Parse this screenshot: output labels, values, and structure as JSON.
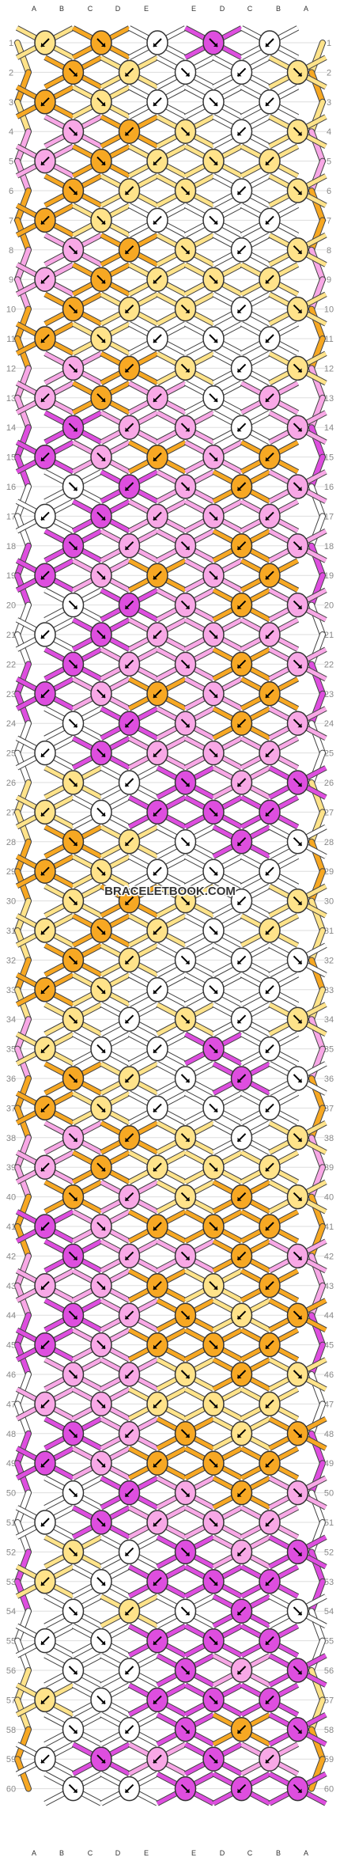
{
  "watermark": "BRACELETBOOK.COM",
  "strand_letters_top": [
    "A",
    "B",
    "C",
    "D",
    "E",
    "E",
    "D",
    "C",
    "B",
    "A"
  ],
  "strand_letters_bottom": [
    "A",
    "B",
    "C",
    "D",
    "E",
    "E",
    "D",
    "C",
    "B",
    "A"
  ],
  "row_count": 60,
  "colors": {
    "A": "#FFE38A",
    "B": "#F7A823",
    "C": "#FFFFFF",
    "D": "#F8A8E6",
    "E": "#DE4EDF",
    "outline": "#333333",
    "guide_line": "#DDDDDD",
    "row_number": "#888888"
  },
  "knot_pattern": {
    "cycle_1": [
      "A B C E C B A",
      "B A C C A B",
      "B A C C C A B",
      "D B A C A B D",
      "D B A A A B D",
      "B A A C A A B",
      "B A C C C A B",
      "D B A C A B D",
      "D B A A A B D",
      "B A A C A A B",
      "B A C C C A B",
      "D B A C A B D",
      "D B D C D B D",
      "E D D C D D E",
      "E D B D B D E",
      "C E D B D E C",
      "C E D D D E C",
      "E D D B D D E",
      "E D B D B D E",
      "C E D B D E C",
      "C E D D D E C",
      "E D D B D D E",
      "E D B D B D E",
      "C E D B D E C",
      "C E D D D E C",
      "A C E D E C A",
      "A C E E E C A",
      "B A C E C A B",
      "B A C C C A B",
      "A B A C A B A"
    ],
    "cycle_2": [
      "A B A C A B A",
      "B A C C C A B",
      "B A C C C A B",
      "A C A C A C A",
      "A C C E C C A",
      "B A C E C A B",
      "B A C C C A B",
      "D B A C A B D",
      "D B A A A B D",
      "B D A B A D B",
      "E D B B B D E",
      "E D D B D D E",
      "D D B A B D D",
      "E D B A B D E",
      "E D B B B D E",
      "D D A B A D D",
      "D D A A A D D",
      "E D B A B D E",
      "E D B B B D E",
      "C E D B D E C",
      "C E D D D E C",
      "A C E D E C A",
      "A C E E E C A",
      "C A C E C A C",
      "C C E E E C C",
      "C C E D E C C",
      "A C E E E C A",
      "C C E B E C C",
      "C E D E D E C",
      "C C E E E C C"
    ]
  }
}
